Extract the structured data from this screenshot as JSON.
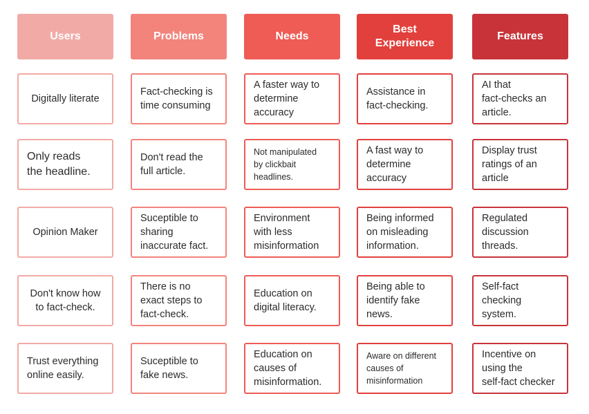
{
  "columns": [
    {
      "header": "Users",
      "color": "#f2aaa6",
      "cards": [
        "Digitally literate",
        "Only reads\nthe headline.",
        "Opinion Maker",
        "Don't know how\nto fact-check.",
        "Trust everything\nonline easily."
      ]
    },
    {
      "header": "Problems",
      "color": "#f2847c",
      "cards": [
        "Fact-checking is\ntime consuming",
        "Don't read the\nfull article.",
        "Suceptible to\nsharing\ninaccurate fact.",
        "There is no\nexact steps to\nfact-check.",
        "Suceptible to\nfake news."
      ]
    },
    {
      "header": "Needs",
      "color": "#ef5b55",
      "cards": [
        "A faster way to\ndetermine\naccuracy",
        "Not manipulated\nby clickbait\nheadlines.",
        "Environment\nwith less\nmisinformation",
        "Education on\ndigital literacy.",
        "Education on\ncauses of\nmisinformation."
      ]
    },
    {
      "header": "Best\nExperience",
      "color": "#e2403c",
      "cards": [
        "Assistance in\nfact-checking.",
        "A fast way to\ndetermine\naccuracy",
        "Being informed\non misleading\ninformation.",
        "Being able to\nidentify fake\nnews.",
        "Aware on different\ncauses of\nmisinformation"
      ]
    },
    {
      "header": "Features",
      "color": "#c8333a",
      "cards": [
        "AI that\nfact-checks an\narticle.",
        "Display trust\nratings of an\narticle",
        "Regulated\ndiscussion\nthreads.",
        "Self-fact\nchecking system.",
        "Incentive on\nusing the\nself-fact checker"
      ]
    }
  ]
}
